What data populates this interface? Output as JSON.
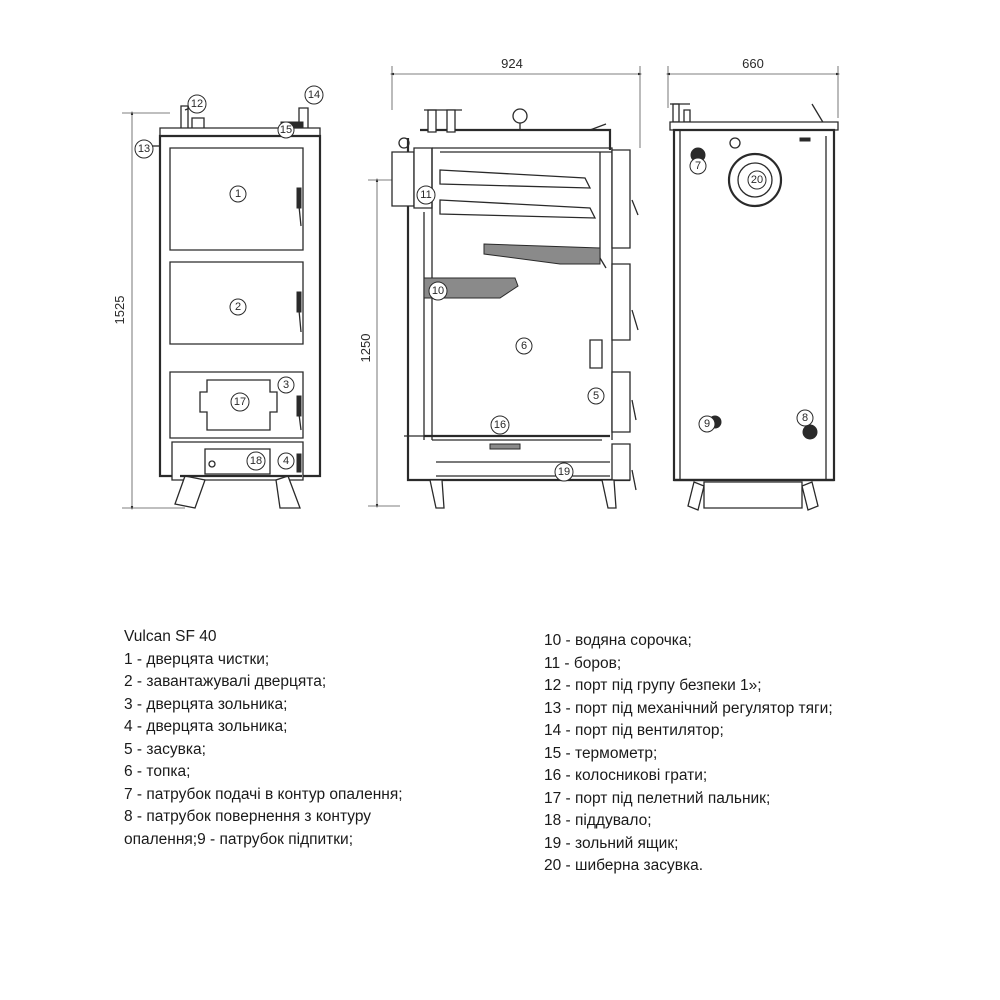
{
  "dimensions": {
    "width_total": "924",
    "depth_total": "660",
    "height_total": "1525",
    "height_inner": "1250"
  },
  "callouts": [
    "1",
    "2",
    "3",
    "4",
    "5",
    "6",
    "7",
    "8",
    "9",
    "10",
    "11",
    "12",
    "13",
    "14",
    "15",
    "16",
    "17",
    "18",
    "19",
    "20"
  ],
  "legend": {
    "title": "Vulcan SF 40",
    "left_items": [
      "1 - дверцята чистки;",
      "2 - завантажувалі дверцята;",
      "3 - дверцята зольника;",
      "4 - дверцята зольника;",
      "5 - засувка;",
      "6 - топка;",
      "7 - патрубок подачі в контур опалення;",
      "8 - патрубок повернення з контуру",
      "опалення;9 - патрубок підпитки;"
    ],
    "right_items": [
      "10 - водяна сорочка;",
      "11 - боров;",
      "12 - порт під групу безпеки 1»;",
      "13 - порт під механічний регулятор тяги;",
      "14 - порт під вентилятор;",
      "15 - термометр;",
      "16 - колосникові грати;",
      "17 - порт під пелетний пальник;",
      "18 - піддувало;",
      "19 - зольний ящик;",
      "20 - шиберна засувка."
    ]
  }
}
